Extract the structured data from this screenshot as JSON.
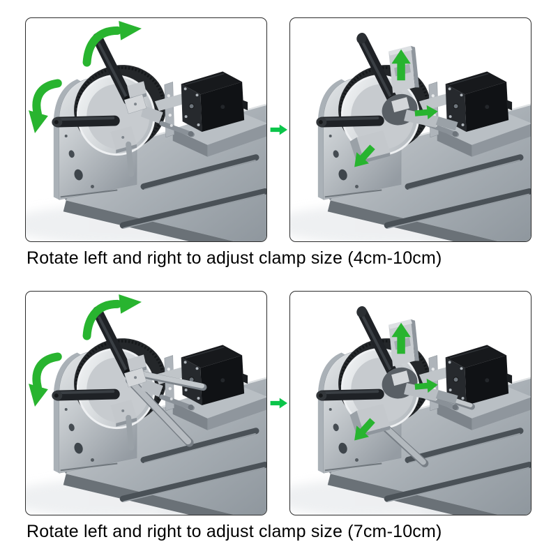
{
  "captions": {
    "row1": "Rotate left and right to adjust clamp size (4cm-10cm)",
    "row2": "Rotate left and right to adjust clamp size (7cm-10cm)"
  },
  "icons": {
    "connector": "next-step-arrow",
    "rotate_clockwise": "rotate-clockwise-curved-arrow",
    "rotate_counterclockwise": "rotate-counterclockwise-curved-arrow",
    "expand_up": "jaw-expand-up-arrow",
    "expand_right": "jaw-expand-right-arrow",
    "expand_down_left": "jaw-expand-down-left-arrow"
  },
  "colors": {
    "arrow_green": "#28b42f",
    "connector_green": "#0bc54a",
    "panel_border": "#2b2b2b",
    "text": "#000000",
    "background": "#ffffff"
  }
}
